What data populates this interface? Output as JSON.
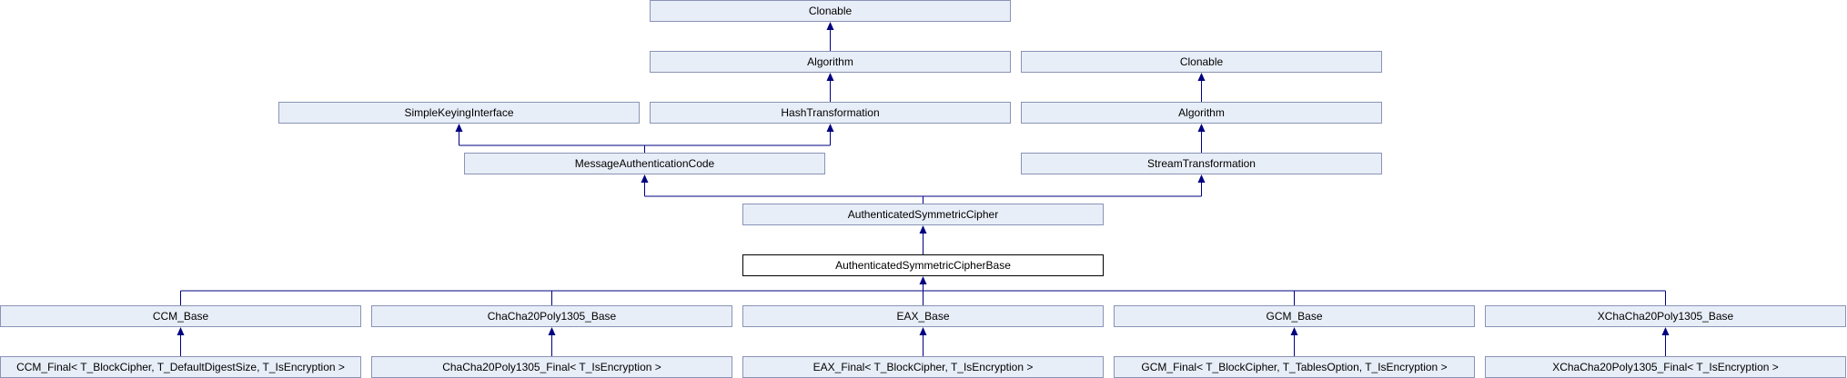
{
  "diagram": {
    "colors": {
      "edge": "#000080",
      "node_fill": "#e8eef8",
      "node_border": "#8a93b5",
      "current_border": "#000000"
    },
    "nodes": {
      "clonable_1": "Clonable",
      "algorithm_1": "Algorithm",
      "clonable_2": "Clonable",
      "simple_keying_interface": "SimpleKeyingInterface",
      "hash_transformation": "HashTransformation",
      "algorithm_2": "Algorithm",
      "message_authentication_code": "MessageAuthenticationCode",
      "stream_transformation": "StreamTransformation",
      "authenticated_symmetric_cipher": "AuthenticatedSymmetricCipher",
      "authenticated_symmetric_cipher_base": "AuthenticatedSymmetricCipherBase",
      "ccm_base": "CCM_Base",
      "chacha_base": "ChaCha20Poly1305_Base",
      "eax_base": "EAX_Base",
      "gcm_base": "GCM_Base",
      "xchacha_base": "XChaCha20Poly1305_Base",
      "ccm_final": "CCM_Final< T_BlockCipher, T_DefaultDigestSize, T_IsEncryption >",
      "chacha_final": "ChaCha20Poly1305_Final< T_IsEncryption >",
      "eax_final": "EAX_Final< T_BlockCipher, T_IsEncryption >",
      "gcm_final": "GCM_Final< T_BlockCipher, T_TablesOption, T_IsEncryption >",
      "xchacha_final": "XChaCha20Poly1305_Final< T_IsEncryption >"
    }
  }
}
